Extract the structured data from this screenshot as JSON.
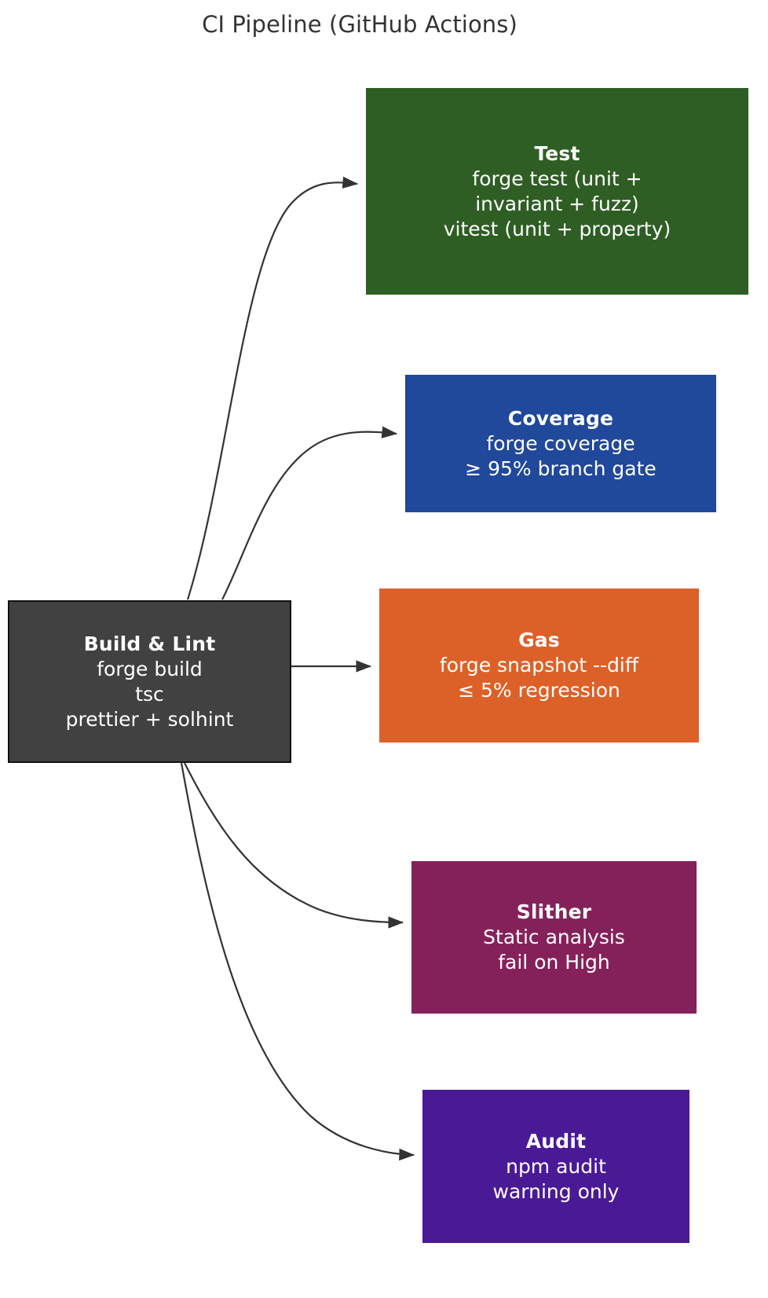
{
  "title": "CI Pipeline (GitHub Actions)",
  "colors": {
    "background": "#ffffff",
    "title_text": "#333333",
    "edge_stroke": "#333333",
    "node_text": "#ffffff",
    "build": "#414141",
    "test": "#2F5E24",
    "coverage": "#20489B",
    "gas": "#DC6128",
    "slither": "#85215A",
    "audit": "#4A1A96"
  },
  "nodes": {
    "build": {
      "id": "build-and-lint",
      "title": "Build & Lint",
      "lines": [
        "forge build",
        "tsc",
        "prettier + solhint"
      ],
      "color": "#414141"
    },
    "test": {
      "id": "test",
      "title": "Test",
      "lines": [
        "forge test (unit +",
        "invariant + fuzz)",
        "vitest (unit + property)"
      ],
      "color": "#2F5E24"
    },
    "coverage": {
      "id": "coverage",
      "title": "Coverage",
      "lines": [
        "forge coverage",
        "≥ 95% branch gate"
      ],
      "color": "#20489B"
    },
    "gas": {
      "id": "gas",
      "title": "Gas",
      "lines": [
        "forge snapshot --diff",
        "≤ 5% regression"
      ],
      "color": "#DC6128"
    },
    "slither": {
      "id": "slither",
      "title": "Slither",
      "lines": [
        "Static analysis",
        "fail on High"
      ],
      "color": "#85215A"
    },
    "audit": {
      "id": "audit",
      "title": "Audit",
      "lines": [
        "npm audit",
        "warning only"
      ],
      "color": "#4A1A96"
    }
  },
  "edges": [
    {
      "id": "build-to-test",
      "from": "build",
      "to": "test",
      "label": ""
    },
    {
      "id": "build-to-coverage",
      "from": "build",
      "to": "coverage",
      "label": ""
    },
    {
      "id": "build-to-gas",
      "from": "build",
      "to": "gas",
      "label": ""
    },
    {
      "id": "build-to-slither",
      "from": "build",
      "to": "slither",
      "label": ""
    },
    {
      "id": "build-to-audit",
      "from": "build",
      "to": "audit",
      "label": ""
    }
  ]
}
